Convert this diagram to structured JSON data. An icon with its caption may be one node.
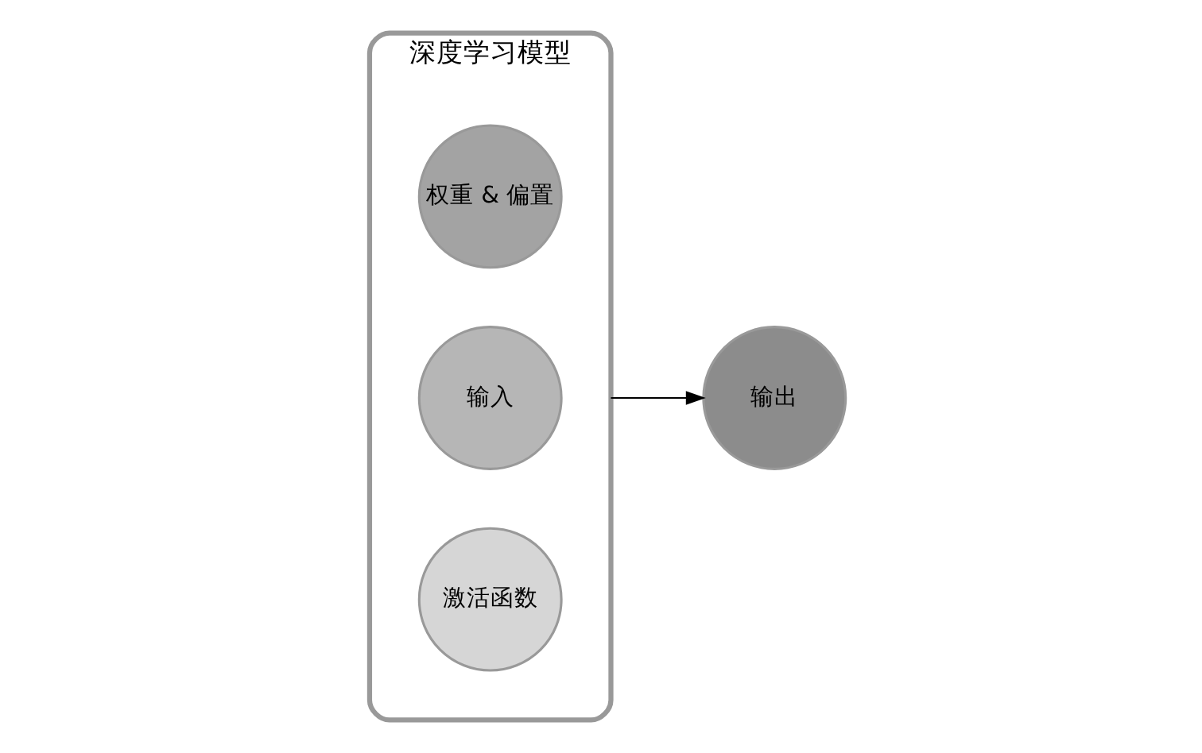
{
  "diagram": {
    "nodes": [
      {
        "text": [
          "深度学习模型"
        ]
      },
      {
        "text": [
          "权重 & 偏置"
        ],
        "in": 0
      },
      {
        "text": [
          "输入"
        ],
        "in": 0
      },
      {
        "text": [
          "激活函数"
        ],
        "in": 0
      },
      {
        "text": [
          "输出"
        ]
      }
    ],
    "edges": [
      {
        "from": 0,
        "to": 4,
        "arrow": "to"
      }
    ]
  }
}
